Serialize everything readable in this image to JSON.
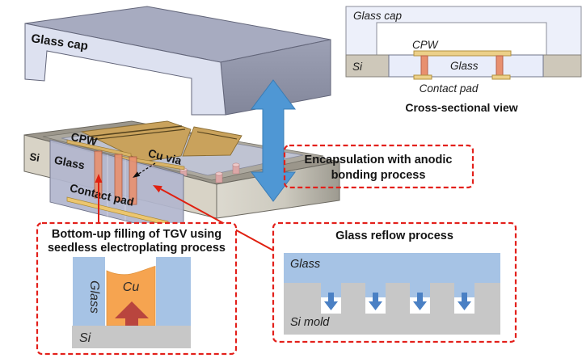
{
  "colors": {
    "accent_red": "#e3201b",
    "arrow_blue": "#4f97d4",
    "small_arrow_blue": "#4a80c4",
    "copper_orange": "#f6a450",
    "cu_arrow_red": "#b9453e",
    "glass_blue": "#a6c3e5",
    "si_gray": "#c7c7c7",
    "gold": "#ecd089",
    "via_salmon": "#e8906f"
  },
  "main_3d": {
    "glass_cap_label": "Glass cap",
    "si_label": "Si",
    "glass_label": "Glass",
    "cpw_label": "CPW",
    "cu_via_label": "Cu via",
    "contact_pad_label": "Contact pad"
  },
  "cross_section": {
    "glass_cap_label": "Glass cap",
    "cpw_label": "CPW",
    "si_label": "Si",
    "glass_label": "Glass",
    "contact_pad_label": "Contact pad",
    "caption": "Cross-sectional view"
  },
  "encapsulation_box": {
    "line1": "Encapsulation with anodic",
    "line2": "bonding process"
  },
  "tgv_box": {
    "title_line1": "Bottom-up filling of TGV using",
    "title_line2": "seedless electroplating process",
    "glass_label": "Glass",
    "cu_label": "Cu",
    "si_label": "Si"
  },
  "reflow_box": {
    "title": "Glass reflow process",
    "glass_label": "Glass",
    "si_mold_label": "Si mold"
  }
}
